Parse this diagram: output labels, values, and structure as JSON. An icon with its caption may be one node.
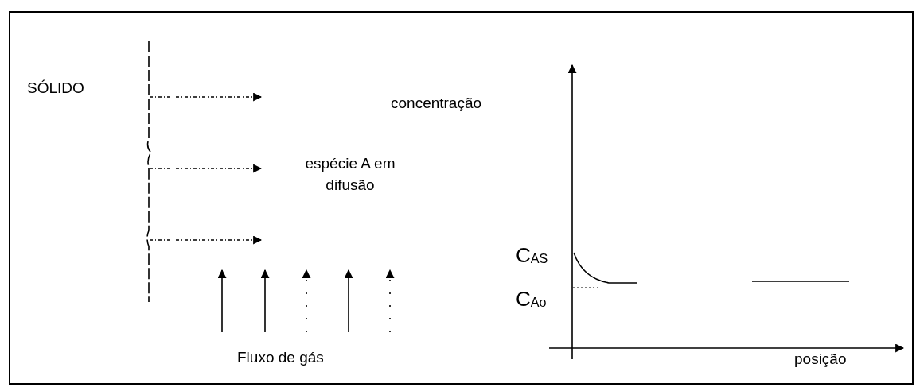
{
  "diagram": {
    "labels": [
      "SÓLIDO",
      "concentração",
      "espécie A em difusão",
      "C$_{AS}$",
      "C$_{Ao}$",
      "Fluxo de gás",
      "posição"
    ]
  }
}
